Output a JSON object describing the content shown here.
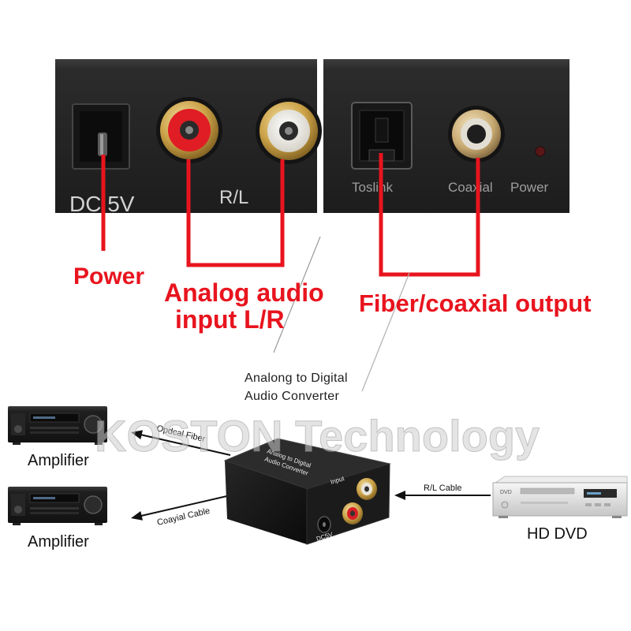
{
  "panels": {
    "left": {
      "dc_label": "DC 5V",
      "rl_label": "R/L"
    },
    "right": {
      "toslink_label": "Toslink",
      "coaxial_label": "Coaxial",
      "power_label": "Power"
    }
  },
  "callouts": {
    "power": "Power",
    "analog_line1": "Analog audio",
    "analog_line2": "input L/R",
    "output": "Fiber/coaxial output"
  },
  "converter_caption": {
    "line1": "Analong to Digital",
    "line2": "Audio Converter"
  },
  "watermark": "KOSTON Technology",
  "devices": {
    "amplifier_top": "Amplifier",
    "amplifier_bottom": "Amplifier",
    "dvd_player": "HD DVD",
    "dvd_logo": "DVD"
  },
  "cables": {
    "optical": "Opdcal Fiber",
    "coaxial": "Coayial Cable",
    "rl": "R/L Cable"
  },
  "converter_box": {
    "top_line1": "Analog to Digital",
    "top_line2": "Audio Converter",
    "side_label": "Input",
    "dc_label": "DC5V"
  },
  "colors": {
    "callout_red": "#e8141e",
    "panel": "#262626",
    "jack_red": "#e01c24",
    "jack_gold": "#c9a046",
    "background": "#ffffff"
  }
}
